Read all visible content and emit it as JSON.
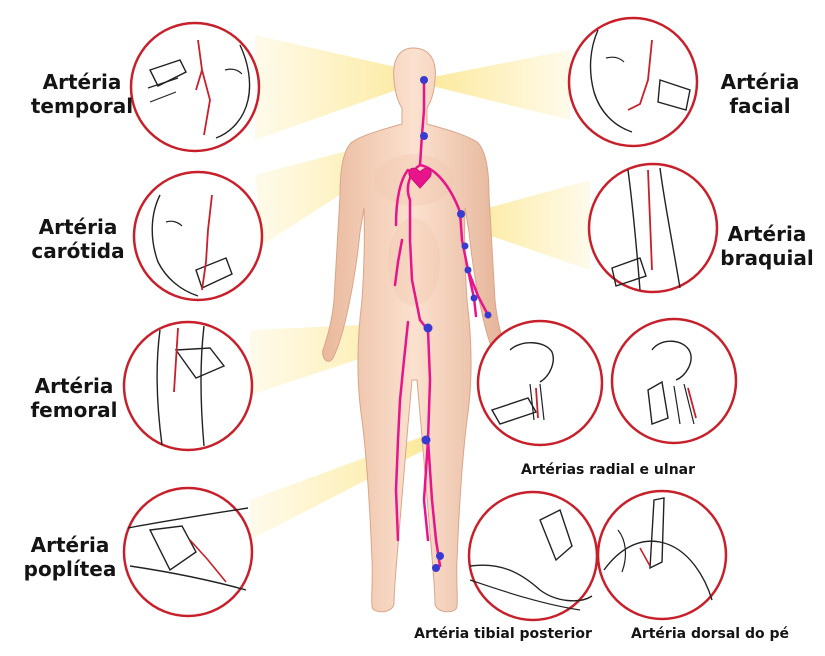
{
  "labels": {
    "temporal": [
      "Artéria",
      "temporal"
    ],
    "carotida": [
      "Artéria",
      "carótida"
    ],
    "femoral": [
      "Artéria",
      "femoral"
    ],
    "poplitea": [
      "Artéria",
      "poplítea"
    ],
    "facial": [
      "Artéria",
      "facial"
    ],
    "braquial": [
      "Artéria",
      "braquial"
    ],
    "radial_ulnar": "Artérias radial e ulnar",
    "tibial_posterior": "Artéria tibial posterior",
    "dorsal_pe": "Artéria dorsal do pé"
  },
  "colors": {
    "circle_border": "#c8202a",
    "artery": "#e8148c",
    "pulse_point": "#3a3ad0",
    "highlight": "#fbe27a",
    "skin": "#f7d6c1",
    "text": "#141414"
  },
  "icons": {
    "body": "human-body-icon",
    "heart": "heart-icon"
  }
}
